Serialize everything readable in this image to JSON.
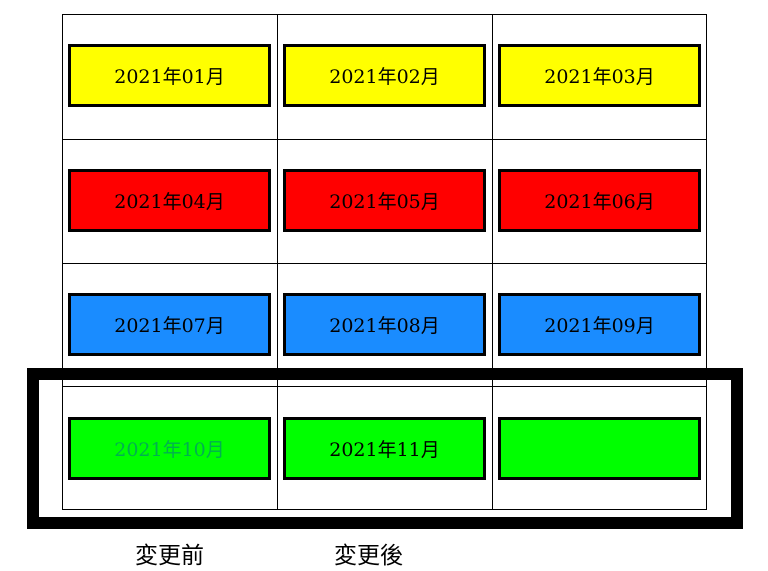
{
  "colors": {
    "row1": "#ffff00",
    "row2": "#ff0000",
    "row3": "#1a8cff",
    "row4": "#00ff00",
    "highlight_text": "#00b050",
    "frame": "#000000"
  },
  "cells": [
    {
      "label": "2021年01月",
      "fill": "#ffff00"
    },
    {
      "label": "2021年02月",
      "fill": "#ffff00"
    },
    {
      "label": "2021年03月",
      "fill": "#ffff00"
    },
    {
      "label": "2021年04月",
      "fill": "#ff0000"
    },
    {
      "label": "2021年05月",
      "fill": "#ff0000"
    },
    {
      "label": "2021年06月",
      "fill": "#ff0000"
    },
    {
      "label": "2021年07月",
      "fill": "#1a8cff"
    },
    {
      "label": "2021年08月",
      "fill": "#1a8cff"
    },
    {
      "label": "2021年09月",
      "fill": "#1a8cff"
    },
    {
      "label": "2021年10月",
      "fill": "#00ff00",
      "text_color": "#00b050"
    },
    {
      "label": "2021年11月",
      "fill": "#00ff00"
    },
    {
      "label": "",
      "fill": "#00ff00"
    }
  ],
  "captions": {
    "before": "変更前",
    "after": "変更後"
  }
}
